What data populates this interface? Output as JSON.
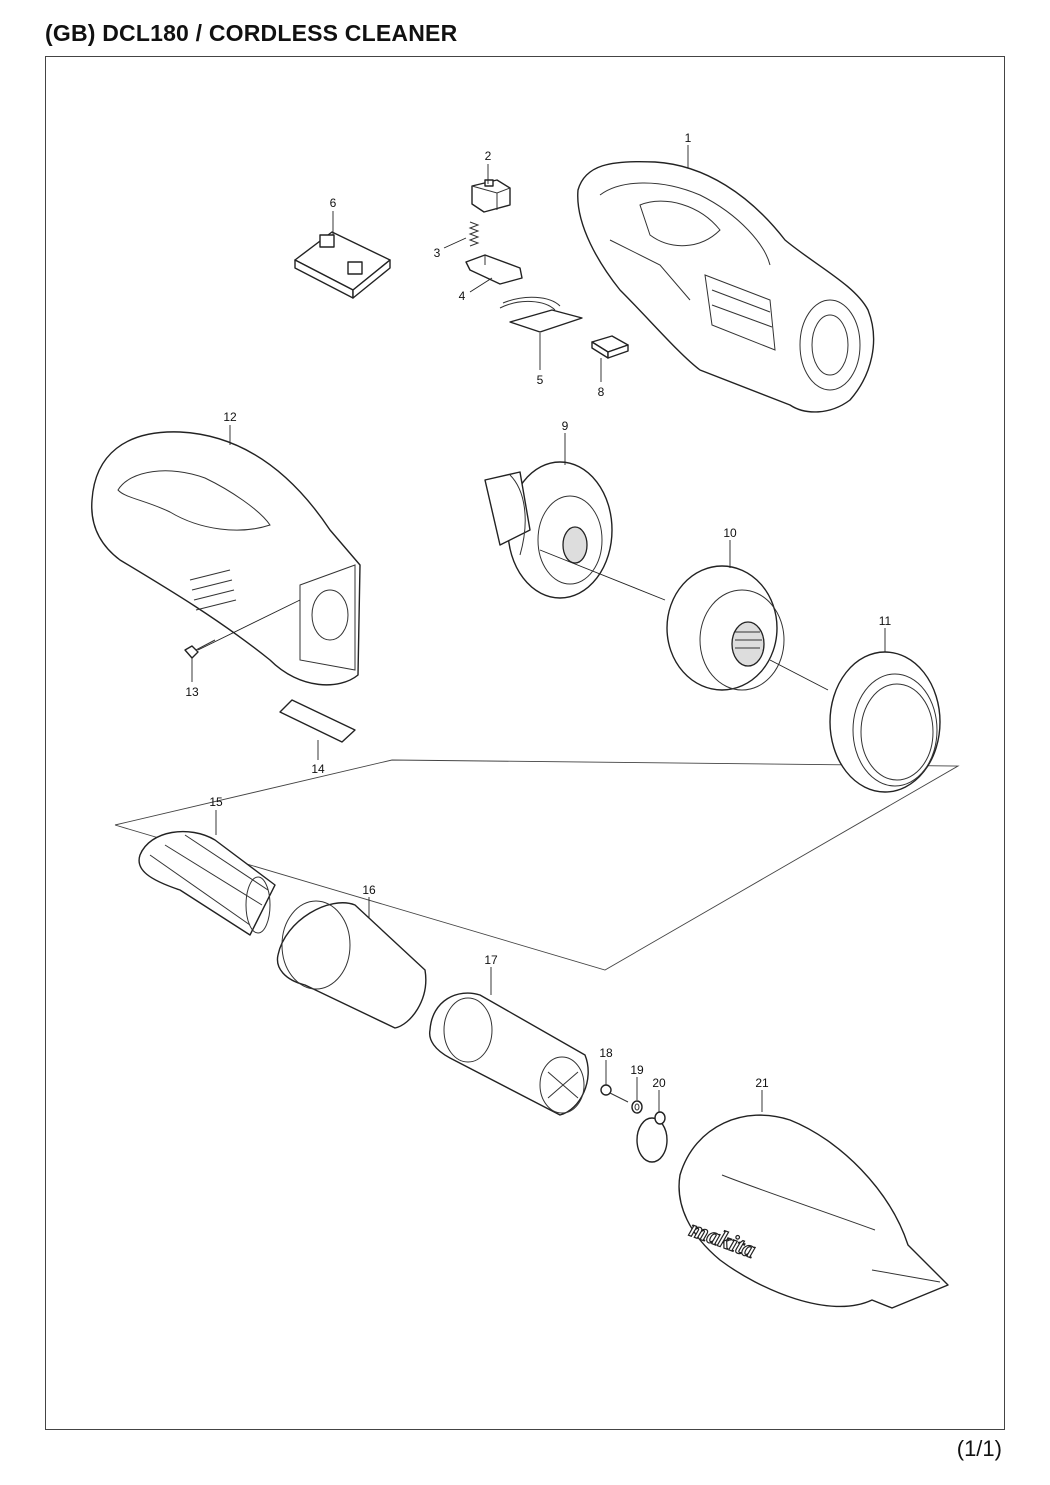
{
  "header": {
    "title": "(GB) DCL180 / CORDLESS CLEANER"
  },
  "footer": {
    "page": "(1/1)"
  },
  "parts": [
    "1",
    "2",
    "3",
    "4",
    "5",
    "6",
    "8",
    "9",
    "10",
    "11",
    "12",
    "13",
    "14",
    "15",
    "16",
    "17",
    "18",
    "19",
    "20",
    "21"
  ],
  "branding": {
    "logo_text": "makita"
  }
}
